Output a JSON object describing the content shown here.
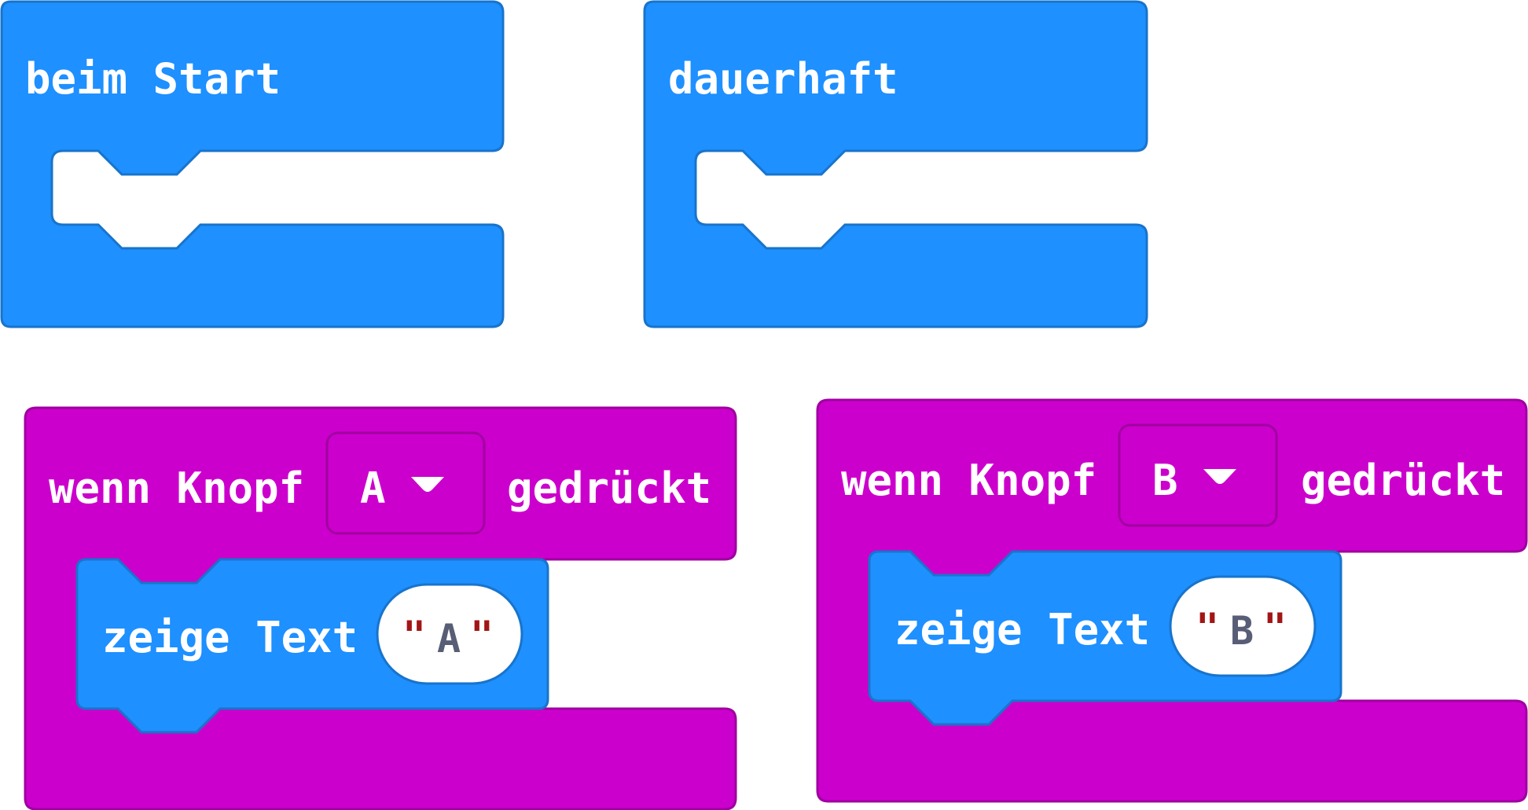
{
  "colors": {
    "event_block": "#1e90ff",
    "input_block": "#cc00cc",
    "string_slot": "#ffffff",
    "quote_mark": "#a31515"
  },
  "blocks": {
    "on_start": {
      "label": "beim Start"
    },
    "forever": {
      "label": "dauerhaft"
    },
    "button_a": {
      "prefix": "wenn Knopf",
      "button": "A",
      "suffix": "gedrückt",
      "inner": {
        "label": "zeige Text",
        "value": "A"
      }
    },
    "button_b": {
      "prefix": "wenn Knopf",
      "button": "B",
      "suffix": "gedrückt",
      "inner": {
        "label": "zeige Text",
        "value": "B"
      }
    }
  },
  "icons": {
    "dropdown": "chevron-down-icon"
  }
}
